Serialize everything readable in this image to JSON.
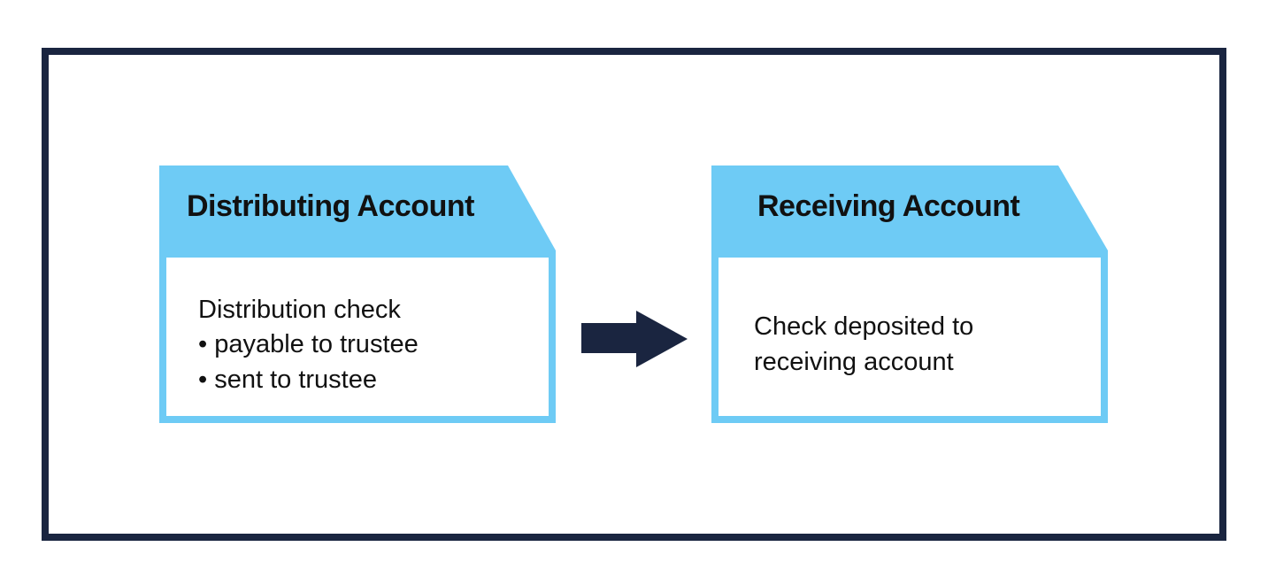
{
  "diagram": {
    "left_box": {
      "title": "Distributing Account",
      "lines": [
        "Distribution check",
        "• payable to trustee",
        "• sent to trustee"
      ]
    },
    "right_box": {
      "title": "Receiving Account",
      "lines": [
        "Check deposited to",
        "receiving account"
      ]
    },
    "colors": {
      "frame": "#1a2540",
      "tab_fill": "#6ecbf5",
      "arrow": "#1a2540"
    },
    "arrow_icon": "right-arrow-icon"
  }
}
